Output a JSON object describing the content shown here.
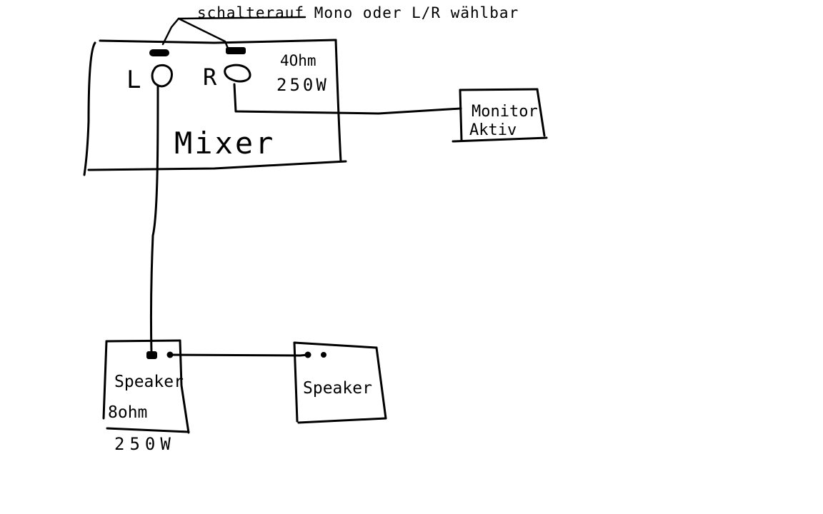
{
  "annotation": {
    "switch_note": "schalterauf Mono oder L/R wählbar"
  },
  "mixer": {
    "label": "Mixer",
    "channel_left": "L",
    "channel_right": "R",
    "spec_impedance": "4Ohm",
    "spec_power": "250W"
  },
  "monitor": {
    "line1": "Monitor",
    "line2": "Aktiv"
  },
  "speaker_main": {
    "label": "Speaker",
    "impedance": "8ohm",
    "power": "250W"
  },
  "speaker_second": {
    "label": "Speaker"
  }
}
